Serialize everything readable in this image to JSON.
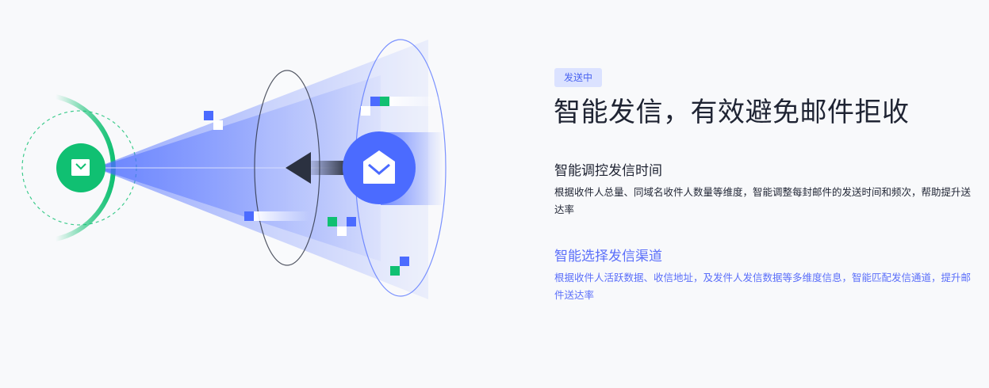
{
  "badge": "发送中",
  "title": "智能发信，有效避免邮件拒收",
  "features": [
    {
      "title": "智能调控发信时间",
      "desc": "根据收件人总量、同域名收件人数量等维度，智能调整每封邮件的发送时间和频次，帮助提升送达率",
      "active": false
    },
    {
      "title": "智能选择发信渠道",
      "desc": "根据收件人活跃数据、收信地址，及发件人发信数据等多维度信息，智能匹配发信通道，提升邮件送达率",
      "active": true
    }
  ],
  "colors": {
    "green": "#10c072",
    "blue": "#4b6bff",
    "dark": "#2b3140",
    "active_text": "#5b6ffa"
  },
  "icons": [
    "mail-icon",
    "open-mail-icon",
    "arrow-left-icon"
  ]
}
